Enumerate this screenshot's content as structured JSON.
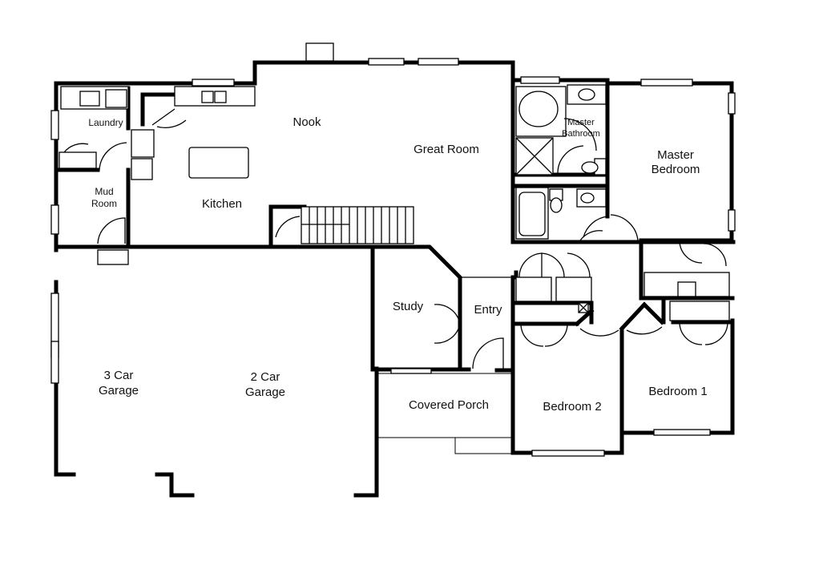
{
  "rooms": {
    "laundry": "Laundry",
    "nook": "Nook",
    "mud_1": "Mud",
    "mud_2": "Room",
    "kitchen": "Kitchen",
    "great_room": "Great Room",
    "master_bath_1": "Master",
    "master_bath_2": "Bathroom",
    "master_bed_1": "Master",
    "master_bed_2": "Bedroom",
    "study": "Study",
    "entry": "Entry",
    "garage3_1": "3 Car",
    "garage3_2": "Garage",
    "garage2_1": "2 Car",
    "garage2_2": "Garage",
    "porch": "Covered Porch",
    "bedroom2": "Bedroom 2",
    "bedroom1": "Bedroom 1"
  }
}
